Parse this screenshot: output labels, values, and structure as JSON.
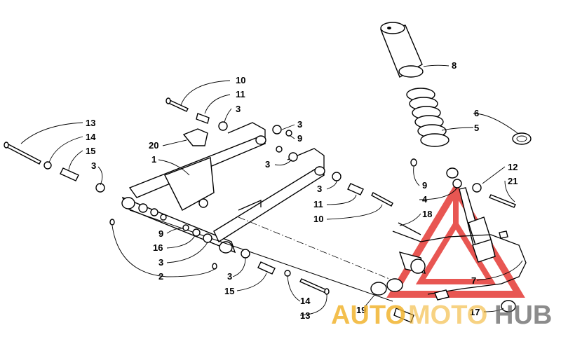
{
  "diagram": {
    "callouts": [
      {
        "id": "c-10a",
        "label": "10"
      },
      {
        "id": "c-11a",
        "label": "11"
      },
      {
        "id": "c-3a",
        "label": "3"
      },
      {
        "id": "c-13a",
        "label": "13"
      },
      {
        "id": "c-14a",
        "label": "14"
      },
      {
        "id": "c-15a",
        "label": "15"
      },
      {
        "id": "c-3b",
        "label": "3"
      },
      {
        "id": "c-20",
        "label": "20"
      },
      {
        "id": "c-1",
        "label": "1"
      },
      {
        "id": "c-3c",
        "label": "3"
      },
      {
        "id": "c-9a",
        "label": "9"
      },
      {
        "id": "c-3d",
        "label": "3"
      },
      {
        "id": "c-3e",
        "label": "3"
      },
      {
        "id": "c-11b",
        "label": "11"
      },
      {
        "id": "c-10b",
        "label": "10"
      },
      {
        "id": "c-9b",
        "label": "9"
      },
      {
        "id": "c-16",
        "label": "16"
      },
      {
        "id": "c-3f",
        "label": "3"
      },
      {
        "id": "c-2",
        "label": "2"
      },
      {
        "id": "c-3g",
        "label": "3"
      },
      {
        "id": "c-15b",
        "label": "15"
      },
      {
        "id": "c-14b",
        "label": "14"
      },
      {
        "id": "c-13b",
        "label": "13"
      },
      {
        "id": "c-8",
        "label": "8"
      },
      {
        "id": "c-6",
        "label": "6"
      },
      {
        "id": "c-5",
        "label": "5"
      },
      {
        "id": "c-12",
        "label": "12"
      },
      {
        "id": "c-21",
        "label": "21"
      },
      {
        "id": "c-9c",
        "label": "9"
      },
      {
        "id": "c-4",
        "label": "4"
      },
      {
        "id": "c-18",
        "label": "18"
      },
      {
        "id": "c-7",
        "label": "7"
      },
      {
        "id": "c-19",
        "label": "19"
      },
      {
        "id": "c-17",
        "label": "17"
      }
    ]
  },
  "watermark": {
    "part1": "AUTO",
    "part2": "MOTO",
    "part3": "HUB",
    "color_primary": "#e53935",
    "color_secondary": "#f2b530",
    "color_dark": "#666666"
  }
}
